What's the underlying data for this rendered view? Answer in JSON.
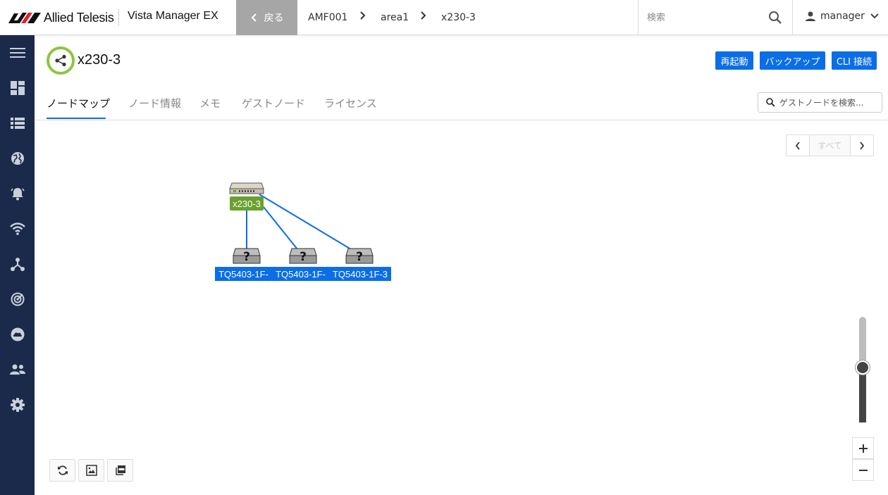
{
  "header": {
    "brand": "Allied Telesis",
    "app_title": "Vista Manager EX",
    "back_label": "戻る",
    "breadcrumbs": [
      "AMF001",
      "area1",
      "x230-3"
    ],
    "search_placeholder": "検索",
    "user": "manager"
  },
  "sidebar": {
    "items": [
      "menu-icon",
      "dashboard-icon",
      "list-icon",
      "globe-icon",
      "alarm-icon",
      "wifi-icon",
      "topology-icon",
      "radar-icon",
      "cloud-icon",
      "users-icon",
      "settings-icon"
    ]
  },
  "page": {
    "title": "x230-3",
    "buttons": {
      "reboot": "再起動",
      "backup": "バックアップ",
      "cli": "CLI 接続"
    },
    "tabs": [
      "ノードマップ",
      "ノード情報",
      "メモ",
      "ゲストノード",
      "ライセンス"
    ],
    "active_tab": 0,
    "guest_search_placeholder": "ゲストノードを検索..."
  },
  "pager": {
    "label": "すべて"
  },
  "map": {
    "root": {
      "name": "x230-3",
      "status_color": "#6aa12e"
    },
    "children": [
      {
        "name": "TQ5403-1F-"
      },
      {
        "name": "TQ5403-1F-"
      },
      {
        "name": "TQ5403-1F-3"
      }
    ],
    "link_color": "#0a6ee8",
    "zoom_level": 0.48
  },
  "colors": {
    "accent": "#0a6ee8",
    "sidebar": "#1b2a4a",
    "node_ok": "#8cc63f"
  }
}
